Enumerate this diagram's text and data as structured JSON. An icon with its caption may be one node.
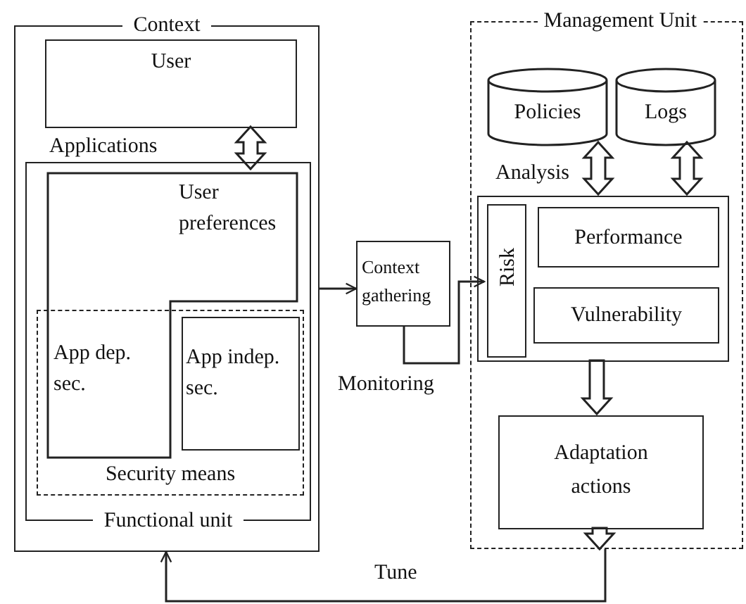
{
  "diagram": {
    "nodes": [
      {
        "text": [
          "Context"
        ]
      },
      {
        "text": [
          "User"
        ],
        "in": 0
      },
      {
        "text": [
          "Applications",
          "Functional unit"
        ],
        "in": 0
      },
      {
        "text": [
          "User preferences"
        ],
        "in": 2
      },
      {
        "text": [
          "Security means"
        ],
        "in": 2
      },
      {
        "text": [
          "App dep. sec."
        ]
      },
      {
        "text": [
          "App indep. sec."
        ],
        "in": 4
      },
      {
        "text": [
          "Context gathering"
        ]
      },
      {
        "text": [
          "Management Unit"
        ]
      },
      {
        "text": [
          "Policies"
        ],
        "in": 8
      },
      {
        "text": [
          "Logs"
        ],
        "in": 8
      },
      {
        "text": [
          "Analysis"
        ],
        "in": 8
      },
      {
        "text": [
          "Risk"
        ],
        "in": 11
      },
      {
        "text": [
          "Performance"
        ],
        "in": 11
      },
      {
        "text": [
          "Vulnerability"
        ],
        "in": 11
      },
      {
        "text": [
          "Adaptation actions"
        ],
        "in": 8
      }
    ],
    "edges": [
      {
        "from": 1,
        "to": 3,
        "arrow": "both",
        "style": "thick"
      },
      {
        "from": 0,
        "to": 7,
        "arrow": "to"
      },
      {
        "from": 7,
        "to": 12,
        "arrow": "to",
        "label": "Monitoring"
      },
      {
        "from": 9,
        "to": 11,
        "arrow": "both",
        "style": "thick"
      },
      {
        "from": 10,
        "to": 11,
        "arrow": "both",
        "style": "thick"
      },
      {
        "from": 11,
        "to": 15,
        "arrow": "to",
        "style": "thick"
      },
      {
        "from": 15,
        "to": 8,
        "arrow": "to",
        "style": "thick"
      },
      {
        "from": 8,
        "to": 0,
        "arrow": "to",
        "label": "Tune"
      }
    ]
  }
}
